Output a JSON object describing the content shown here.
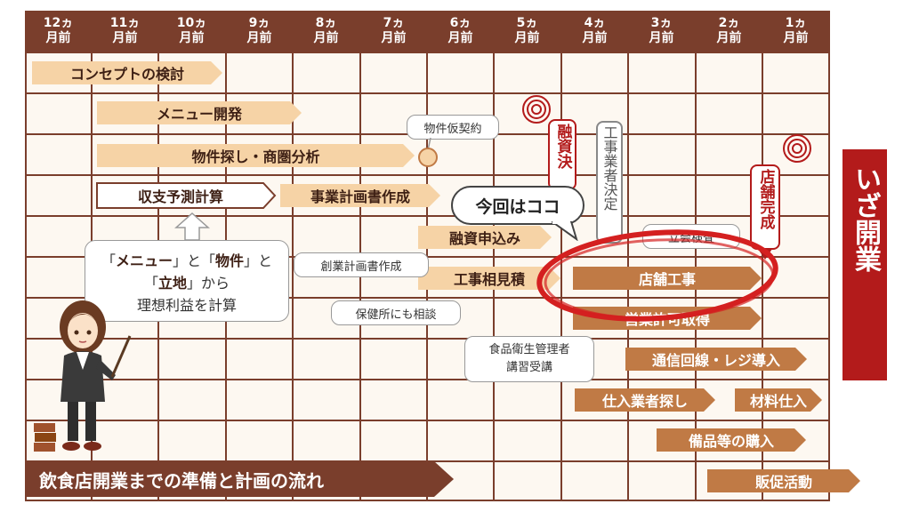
{
  "months": [
    {
      "top": "12ヵ",
      "bottom": "月前"
    },
    {
      "top": "11ヵ",
      "bottom": "月前"
    },
    {
      "top": "10ヵ",
      "bottom": "月前"
    },
    {
      "top": "9ヵ",
      "bottom": "月前"
    },
    {
      "top": "8ヵ",
      "bottom": "月前"
    },
    {
      "top": "7ヵ",
      "bottom": "月前"
    },
    {
      "top": "6ヵ",
      "bottom": "月前"
    },
    {
      "top": "5ヵ",
      "bottom": "月前"
    },
    {
      "top": "4ヵ",
      "bottom": "月前"
    },
    {
      "top": "3ヵ",
      "bottom": "月前"
    },
    {
      "top": "2ヵ",
      "bottom": "月前"
    },
    {
      "top": "1ヵ",
      "bottom": "月前"
    }
  ],
  "tasks": {
    "concept": "コンセプトの検討",
    "menu_dev": "メニュー開発",
    "property_search": "物件探し・商圏分析",
    "income_forecast": "収支予測計算",
    "business_plan": "事業計画書作成",
    "loan_application": "融資申込み",
    "construction_estimate": "工事相見積",
    "store_construction": "店舗工事",
    "business_permit": "営業許可取得",
    "telecom_register": "通信回線・レジ導入",
    "supplier_search": "仕入業者探し",
    "material_purchase": "材料仕入",
    "equipment_purchase": "備品等の購入",
    "promotion": "販促活動"
  },
  "notes": {
    "provisional_contract": "物件仮契約",
    "startup_plan": "創業計画書作成",
    "health_center": "保健所にも相談",
    "food_hygiene_line1": "食品衛生管理者",
    "food_hygiene_line2": "講習受講",
    "inspection": "立会検査"
  },
  "vertical_tags": {
    "loan_decision": "融資決",
    "contractor_decision": "工事業者決定",
    "store_complete": "店舗完成"
  },
  "speech": {
    "line1_pre": "「",
    "line1_menu": "メニュー",
    "line1_mid": "」と「",
    "line1_property": "物件",
    "line1_post": "」と",
    "line2_pre": "「",
    "line2_location": "立地",
    "line2_post": "」から",
    "line3": "理想利益を計算"
  },
  "callout": "今回はココ",
  "opening": "いざ開業",
  "footer_title": "飲食店開業までの準備と計画の流れ",
  "colors": {
    "header_brown": "#7a3e2c",
    "bar_light": "#f6d3a6",
    "bar_dark": "#c07a45",
    "accent_red": "#b31b1b"
  }
}
